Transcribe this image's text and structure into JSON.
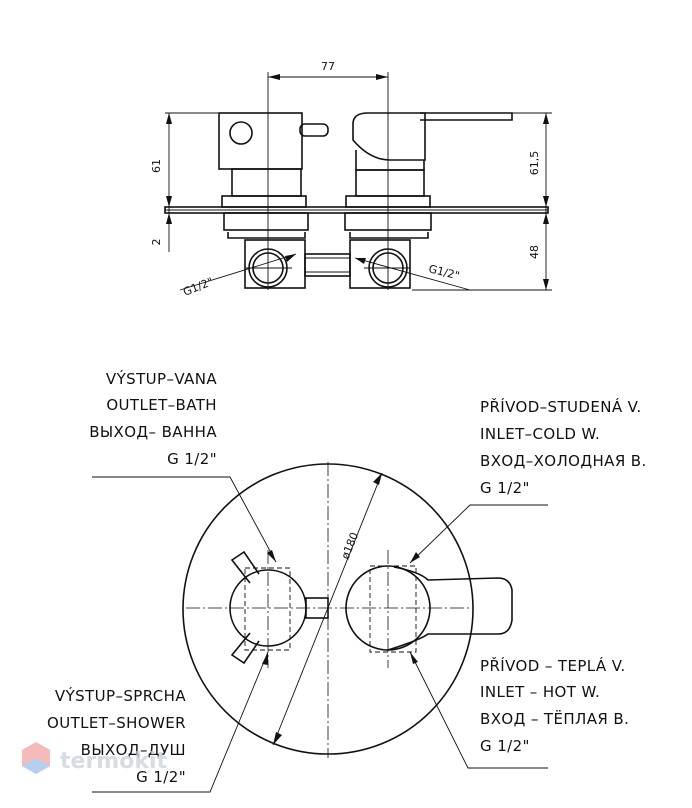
{
  "dimensions": {
    "width_77": "77",
    "height_61": "61",
    "height_61_5": "61,5",
    "gap_2": "2",
    "depth_48": "48",
    "thread_left": "G1/2\"",
    "thread_right": "G1/2\"",
    "diameter": "ø180"
  },
  "labels": {
    "outlet_bath": [
      "VÝSTUP–VANA",
      "OUTLET–BATH",
      "ВЫХОД– ВАННА",
      "G 1/2\""
    ],
    "inlet_cold": [
      "PŘÍVOD–STUDENÁ V.",
      "INLET–COLD W.",
      "ВХОД–ХОЛОДНАЯ В.",
      "G 1/2\""
    ],
    "inlet_hot": [
      "PŘÍVOD – TEPLÁ V.",
      "INLET – HOT W.",
      "ВХОД – ТЁПЛАЯ В.",
      "G 1/2\""
    ],
    "outlet_shower": [
      "VÝSTUP–SPRCHA",
      "OUTLET–SHOWER",
      "ВЫХОД–ДУШ",
      "G 1/2\""
    ]
  },
  "watermark": {
    "text": "termokit"
  }
}
